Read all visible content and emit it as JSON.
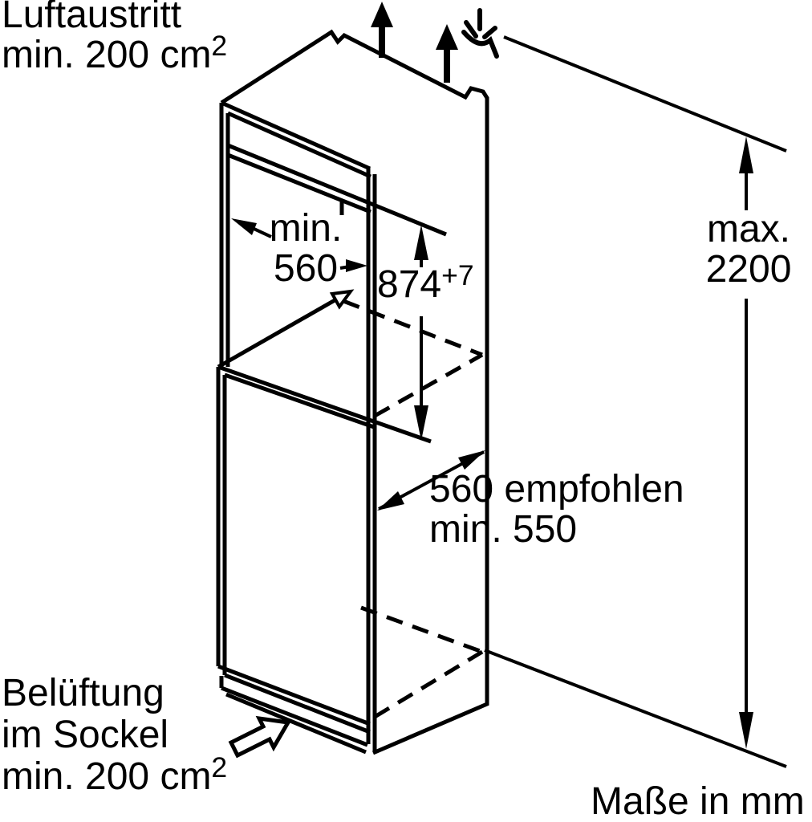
{
  "labels": {
    "top_left": {
      "line1": "Luftaustritt",
      "line2_text": "min. 200 cm",
      "line2_sup": "2"
    },
    "niche_width": {
      "line1": "min.",
      "line2": "560"
    },
    "niche_height": {
      "text": "874",
      "sup": "+7"
    },
    "max_height": {
      "line1": "max.",
      "line2": "2200"
    },
    "depth": {
      "line1": "560 empfohlen",
      "line2": "min. 550"
    },
    "bottom_left": {
      "line1": "Belüftung",
      "line2": "im Sockel",
      "line3_text": "min. 200 cm",
      "line3_sup": "2"
    },
    "units": "Maße in mm"
  },
  "icons": {
    "airflow": "up-arrow-filled",
    "cut_mark": "scissors-cut-mark",
    "base_ventilation": "block-arrow-outline-up-right",
    "door_plane_pointer": "open-arrowhead"
  },
  "colors": {
    "line": "#000000",
    "background": "#ffffff"
  }
}
